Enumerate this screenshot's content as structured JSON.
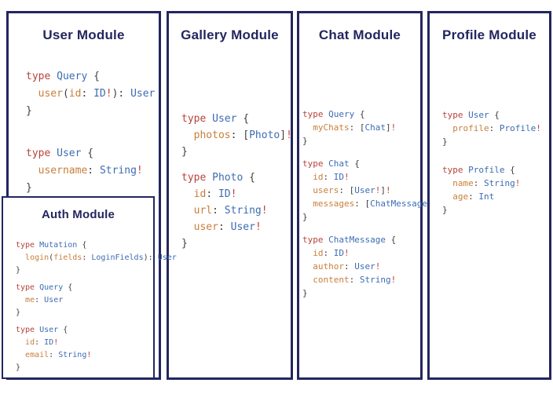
{
  "colors": {
    "navy": "#23265f",
    "keyword": "#b5443c",
    "typename": "#3d6cb3",
    "field": "#c87f3a",
    "bang": "#c04038",
    "punct": "#3f3f3f"
  },
  "panels": [
    {
      "title": "User Module",
      "blocks": [
        [
          "type Query {",
          "  user(id: ID!): User",
          "}"
        ],
        [
          "type User {",
          "  username: String!",
          "}"
        ]
      ]
    },
    {
      "title": "Gallery Module",
      "blocks": [
        [
          "type User {",
          "  photos: [Photo]!",
          "}"
        ],
        [
          "type Photo {",
          "  id: ID!",
          "  url: String!",
          "  user: User!",
          "}"
        ]
      ]
    },
    {
      "title": "Chat Module",
      "blocks": [
        [
          "type Query {",
          "  myChats: [Chat]!",
          "}"
        ],
        [
          "type Chat {",
          "  id: ID!",
          "  users: [User!]!",
          "  messages: [ChatMessage]!",
          "}"
        ],
        [
          "type ChatMessage {",
          "  id: ID!",
          "  author: User!",
          "  content: String!",
          "}"
        ]
      ]
    },
    {
      "title": "Profile Module",
      "blocks": [
        [
          "type User {",
          "  profile: Profile!",
          "}"
        ],
        [
          "type Profile {",
          "  name: String!",
          "  age: Int",
          "}"
        ]
      ]
    }
  ],
  "auth": {
    "title": "Auth Module",
    "blocks": [
      [
        "type Mutation {",
        "  login(fields: LoginFields): User",
        "}"
      ],
      [
        "type Query {",
        "  me: User",
        "}"
      ],
      [
        "type User {",
        "  id: ID!",
        "  email: String!",
        "}"
      ]
    ]
  }
}
